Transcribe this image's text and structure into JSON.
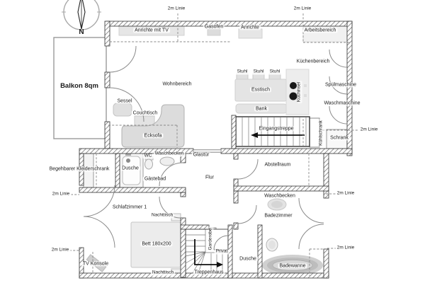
{
  "floor_plan": {
    "compass": {
      "north": "N"
    },
    "balcony": {
      "label": "Balkon 8qm"
    },
    "height_line": {
      "label": "2m Linie"
    },
    "living": {
      "wohnbereich": "Wohnbereich",
      "anrichte_tv": "Anrichte mit TV",
      "gasofen": "Gasofen",
      "anrichte": "Anrichte",
      "sessel": "Sessel",
      "couchtisch": "Couchtisch",
      "ecksofa": "Ecksofa"
    },
    "kitchen": {
      "kuechenbereich": "Küchenbereich",
      "arbeitsbereich": "Arbeitsbereich",
      "esstisch": "Esstisch",
      "stuhl": "Stuhl",
      "bank": "Bank",
      "kuechinsel": "Küchinsel",
      "spuelmaschine": "Spülmaschine",
      "waschmaschine": "Waschmaschine",
      "kuehlschrank": "Kühlschrank",
      "schrank": "Schrank",
      "eingangstreppe": "Eingangstreppe"
    },
    "hallway": {
      "flur": "Flur",
      "glastuer": "Glastür",
      "garderobe": "Garderobe",
      "privat": "Privat",
      "treppenhaus": "Treppenhaus",
      "abstellraum": "Abstellraum"
    },
    "guest_bath": {
      "gaestebad": "Gästebad",
      "dusche": "Dusche",
      "wc": "WC",
      "waschbecken": "Waschbecken"
    },
    "closet": {
      "begehbarer_kleiderschrank": "Begehbarer Kleiderschrank"
    },
    "bedroom": {
      "schlafzimmer": "Schlafzimmer 1",
      "bett": "Bett 180x200",
      "nachttisch": "Nachttisch",
      "tv_konsole": "TV Konsole"
    },
    "bathroom": {
      "badezimmer": "Badezimmer",
      "waschbecken": "Waschbecken",
      "dusche": "Dusche",
      "badewanne": "Badewanne"
    }
  },
  "colors": {
    "wall_hatch": "#666666",
    "wall_edge": "#333333",
    "furniture_fill": "#e4e4e4",
    "label_text": "#1a1a1a",
    "dashed_line": "#888888"
  }
}
